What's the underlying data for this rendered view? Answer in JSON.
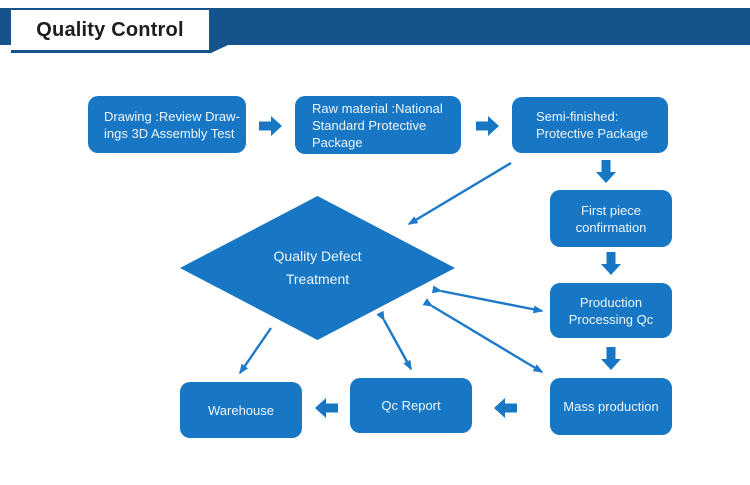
{
  "header": {
    "title": "Quality Control"
  },
  "colors": {
    "banner": "#14538C",
    "node_fill": "#1877C5",
    "node_text": "#EFF6FC",
    "title_text": "#1D1D1F",
    "connector": "#1E79C8"
  },
  "flowchart": {
    "nodes": [
      {
        "id": "drawing",
        "lines": [
          "Drawing :Review Draw-",
          "ings 3D Assembly Test"
        ]
      },
      {
        "id": "raw-material",
        "lines": [
          "Raw material :National",
          "Standard Protective",
          "Package"
        ]
      },
      {
        "id": "semi-finished",
        "lines": [
          "Semi-finished:",
          "Protective Package"
        ]
      },
      {
        "id": "first-piece",
        "lines": [
          "First piece",
          "confirmation"
        ]
      },
      {
        "id": "production-qc",
        "lines": [
          "Production",
          "Processing Qc"
        ]
      },
      {
        "id": "mass-production",
        "lines": [
          "Mass production"
        ]
      },
      {
        "id": "qc-report",
        "lines": [
          "Qc Report"
        ]
      },
      {
        "id": "warehouse",
        "lines": [
          "Warehouse"
        ]
      }
    ],
    "decision": {
      "id": "quality-defect-treatment",
      "lines": [
        "Quality Defect",
        "Treatment"
      ]
    },
    "flow_order": [
      "drawing -> raw-material",
      "raw-material -> semi-finished",
      "semi-finished -> first-piece",
      "first-piece -> production-qc",
      "production-qc -> mass-production",
      "mass-production -> qc-report",
      "qc-report -> warehouse",
      "semi-finished -> quality-defect-treatment",
      "quality-defect-treatment <-> production-qc",
      "quality-defect-treatment <-> mass-production",
      "quality-defect-treatment <-> qc-report",
      "quality-defect-treatment -> warehouse"
    ]
  }
}
